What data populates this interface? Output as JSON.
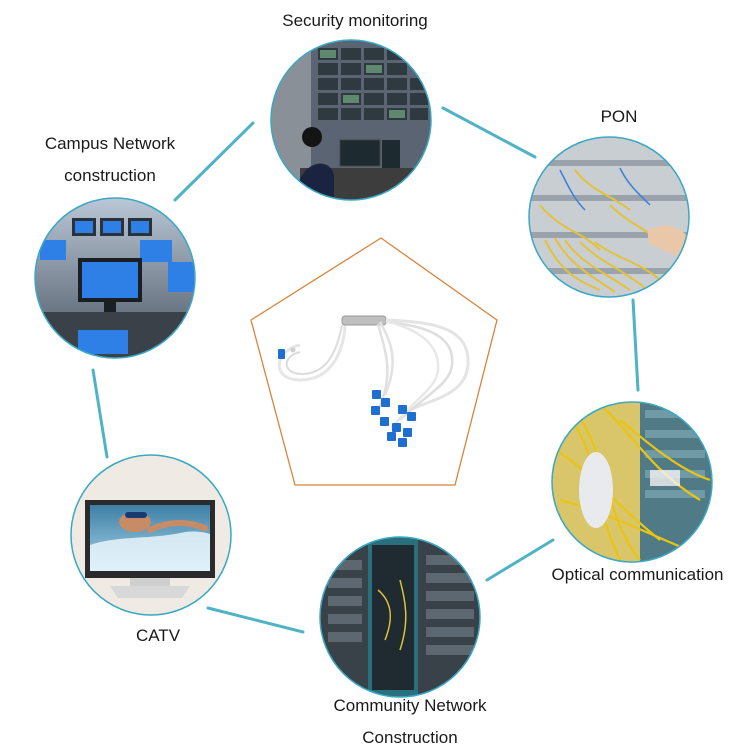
{
  "applications": [
    {
      "id": "security",
      "label_lines": [
        "Security monitoring"
      ],
      "image": "security-monitoring-photo"
    },
    {
      "id": "pon",
      "label_lines": [
        "PON"
      ],
      "image": "fiber-distribution-frame-photo"
    },
    {
      "id": "optical",
      "label_lines": [
        "Optical communication"
      ],
      "image": "yellow-fiber-patch-cables-photo"
    },
    {
      "id": "community",
      "label_lines": [
        "Community Network",
        "Construction"
      ],
      "image": "server-rack-photo"
    },
    {
      "id": "catv",
      "label_lines": [
        "CATV"
      ],
      "image": "tv-swimmer-photo"
    },
    {
      "id": "campus",
      "label_lines": [
        "Campus Network",
        "construction"
      ],
      "image": "computer-lab-photo"
    }
  ],
  "center": {
    "image": "plc-fiber-splitter-photo"
  },
  "colors": {
    "connector": "#4fb3c6",
    "ring": "#3aa8c2",
    "pentagon": "#d8843c",
    "label": "#1a1a1a"
  }
}
